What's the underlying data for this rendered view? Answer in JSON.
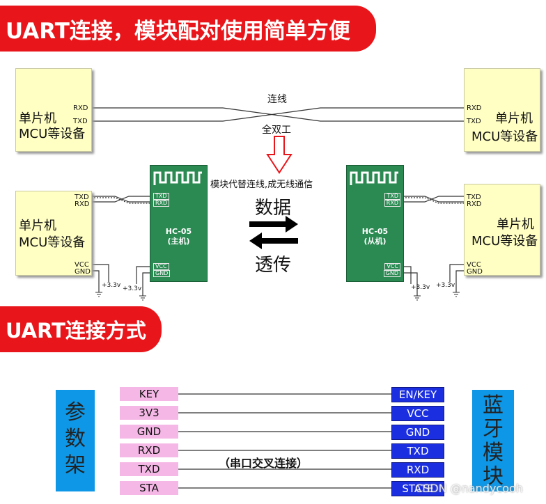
{
  "banners": {
    "top": "UART连接，模块配对使用简单方便",
    "mid": "UART连接方式"
  },
  "top_section": {
    "left_mcu": {
      "line1": "单片机",
      "line2": "MCU等设备",
      "pin1": "RXD",
      "pin2": "TXD"
    },
    "right_mcu": {
      "line1": "单片机",
      "line2": "MCU等设备",
      "pin1": "RXD",
      "pin2": "TXD"
    },
    "line_label": "连线",
    "duplex_label": "全双工",
    "replace_text": "模块代替连线,成无线通信"
  },
  "middle_section": {
    "left_mcu": {
      "line1": "单片机",
      "line2": "MCU等设备",
      "pin_txd": "TXD",
      "pin_rxd": "RXD",
      "pin_vcc": "VCC",
      "pin_gnd": "GND",
      "volt_a": "+3.3v",
      "volt_b": "+3.3v"
    },
    "right_mcu": {
      "line1": "单片机",
      "line2": "MCU等设备",
      "pin_txd": "TXD",
      "pin_rxd": "RXD",
      "pin_vcc": "VCC",
      "pin_gnd": "GND",
      "volt_a": "+3.3v",
      "volt_b": "+3.3v"
    },
    "master": {
      "name": "HC-05",
      "role": "(主机)",
      "pins": [
        "TXD",
        "RXD",
        "VCC",
        "GND"
      ]
    },
    "slave": {
      "name": "HC-05",
      "role": "(从机)",
      "pins": [
        "TXD",
        "RXD",
        "VCC",
        "GND"
      ]
    },
    "data_label": "数据",
    "transparent_label": "透传"
  },
  "uart_section": {
    "left_label": "参\n数\n架",
    "right_label": "蓝\n牙\n模\n块",
    "left_pins": [
      "KEY",
      "3V3",
      "GND",
      "RXD",
      "TXD",
      "STA"
    ],
    "right_pins": [
      "EN/KEY",
      "VCC",
      "GND",
      "TXD",
      "RXD",
      "STATE"
    ],
    "cross_note": "（串口交叉连接）"
  },
  "watermark": "CSDN @nandycooh",
  "colors": {
    "banner": "#e8161b",
    "mcu_fill": "#ffffc4",
    "module": "#2a8a52",
    "pink_pin": "#f5b8e6",
    "blue_pin": "#1b2fe0",
    "side_tag": "#0e97e6",
    "arrow": "#e8161b"
  }
}
